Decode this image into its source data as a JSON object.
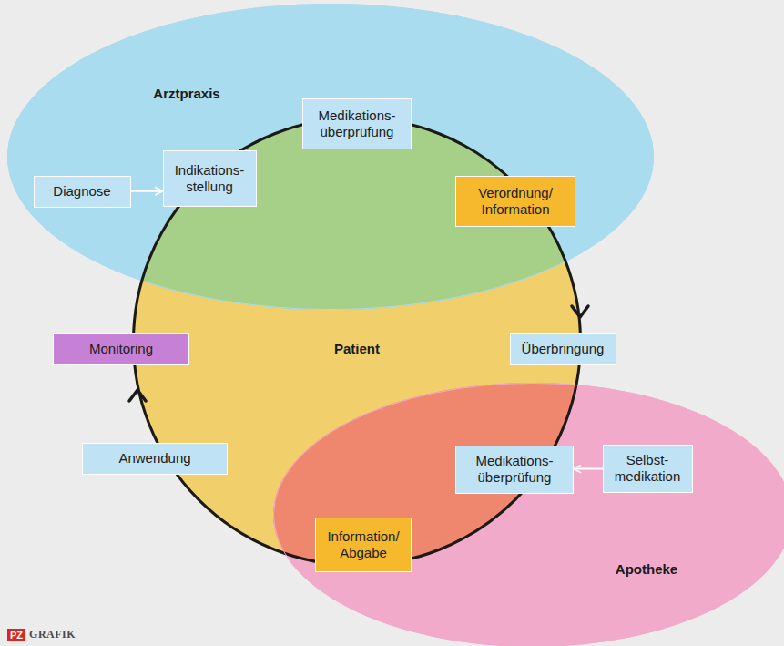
{
  "diagram": {
    "nodes": [
      {
        "text": [
          "Arztpraxis"
        ]
      },
      {
        "text": [
          "Diagnose"
        ],
        "in": 0
      },
      {
        "text": [
          "Indikations- stellung"
        ],
        "in": 0
      },
      {
        "text": [
          "Medikations- überprüfung"
        ],
        "in": 0
      },
      {
        "text": [
          "Verordnung/ Information"
        ],
        "in": 0
      },
      {
        "text": [
          "Patient"
        ]
      },
      {
        "text": [
          "Monitoring"
        ],
        "in": 5
      },
      {
        "text": [
          "Überbringung"
        ],
        "in": 5
      },
      {
        "text": [
          "Anwendung"
        ],
        "in": 5
      },
      {
        "text": [
          "Apotheke"
        ]
      },
      {
        "text": [
          "Medikations- überprüfung"
        ],
        "in": 9
      },
      {
        "text": [
          "Selbst- medikation"
        ],
        "in": 9
      },
      {
        "text": [
          "Information/ Abgabe"
        ],
        "in": 9
      }
    ],
    "edges": [
      {
        "from": 1,
        "to": 2,
        "arrow": "to"
      },
      {
        "from": 11,
        "to": 10,
        "arrow": "to"
      }
    ],
    "labels": [
      "PZ",
      "GRAFIK"
    ]
  }
}
